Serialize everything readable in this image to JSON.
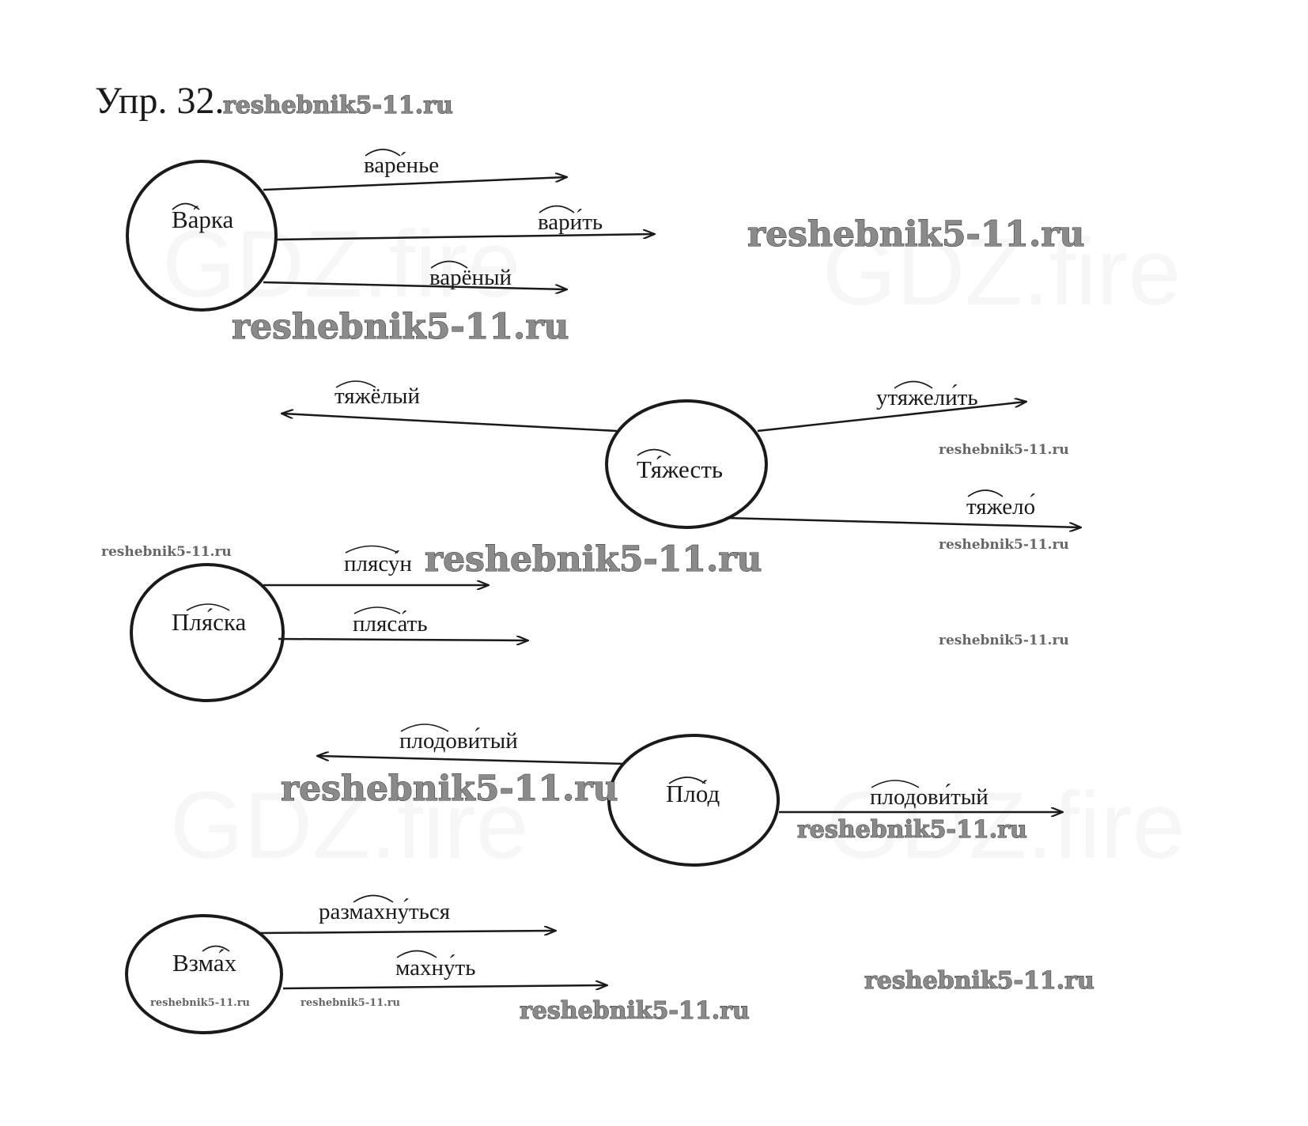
{
  "header": {
    "title": "Упр. 32.",
    "watermark": "reshebnik5-11.ru"
  },
  "groups": [
    {
      "center": "Ва́рка",
      "derivatives": [
        "варе́нье",
        "вари́ть",
        "варёный"
      ]
    },
    {
      "center": "Тя́жесть",
      "derivatives": [
        "тяжёлый",
        "утяжели́ть",
        "тяжело́"
      ]
    },
    {
      "center": "Пля́ска",
      "derivatives": [
        "плясу́н",
        "пляса́ть"
      ]
    },
    {
      "center": "Пло́д",
      "derivatives": [
        "плодови́тый",
        "плодови́тый"
      ]
    },
    {
      "center": "Взма́х",
      "derivatives": [
        "размахну́ться",
        "махну́ть"
      ]
    }
  ],
  "watermarks": {
    "main": "reshebnik5-11.ru",
    "ghost": "GDZ.fire"
  }
}
